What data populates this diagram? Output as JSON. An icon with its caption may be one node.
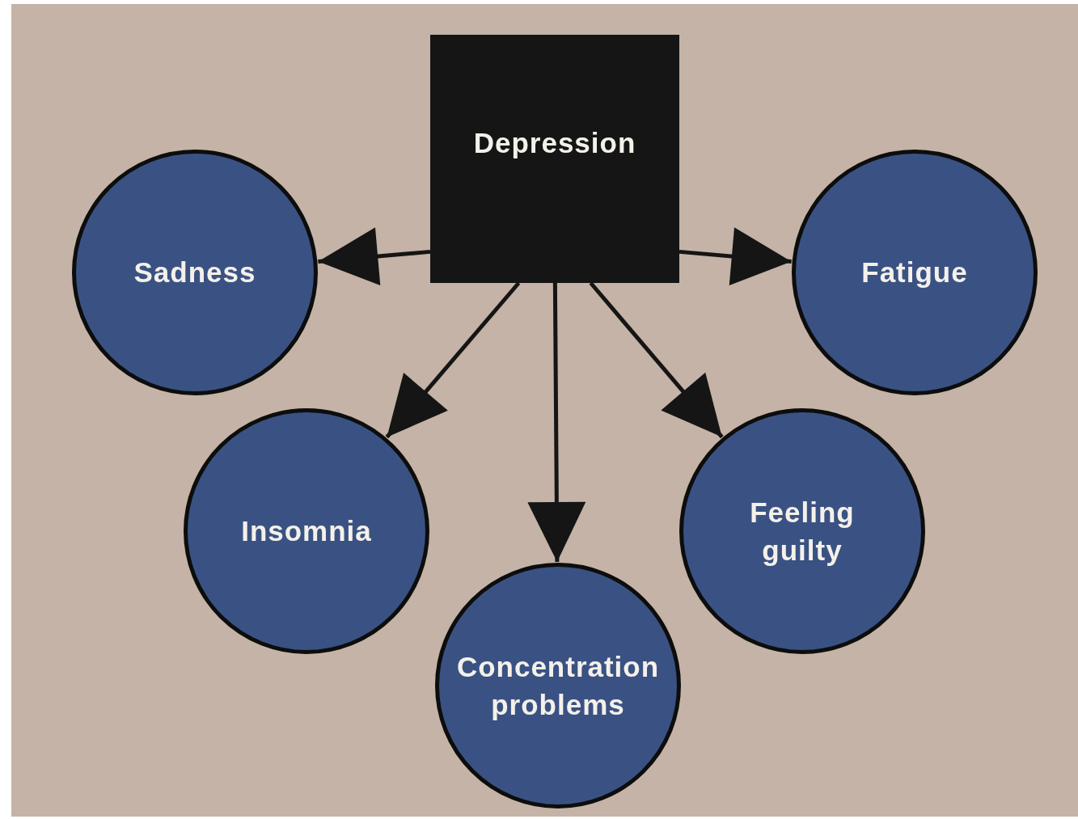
{
  "diagram": {
    "nodes": [
      {
        "text": [
          "Depression"
        ]
      },
      {
        "text": [
          "Sadness"
        ]
      },
      {
        "text": [
          "Fatigue"
        ]
      },
      {
        "text": [
          "Insomnia"
        ]
      },
      {
        "text": [
          "Concentration problems"
        ]
      },
      {
        "text": [
          "Feeling guilty"
        ]
      }
    ],
    "edges": [
      {
        "from": 0,
        "to": 1,
        "arrow": "to"
      },
      {
        "from": 0,
        "to": 2,
        "arrow": "to"
      },
      {
        "from": 0,
        "to": 3,
        "arrow": "to"
      },
      {
        "from": 0,
        "to": 4,
        "arrow": "to"
      },
      {
        "from": 0,
        "to": 5,
        "arrow": "to"
      }
    ]
  }
}
